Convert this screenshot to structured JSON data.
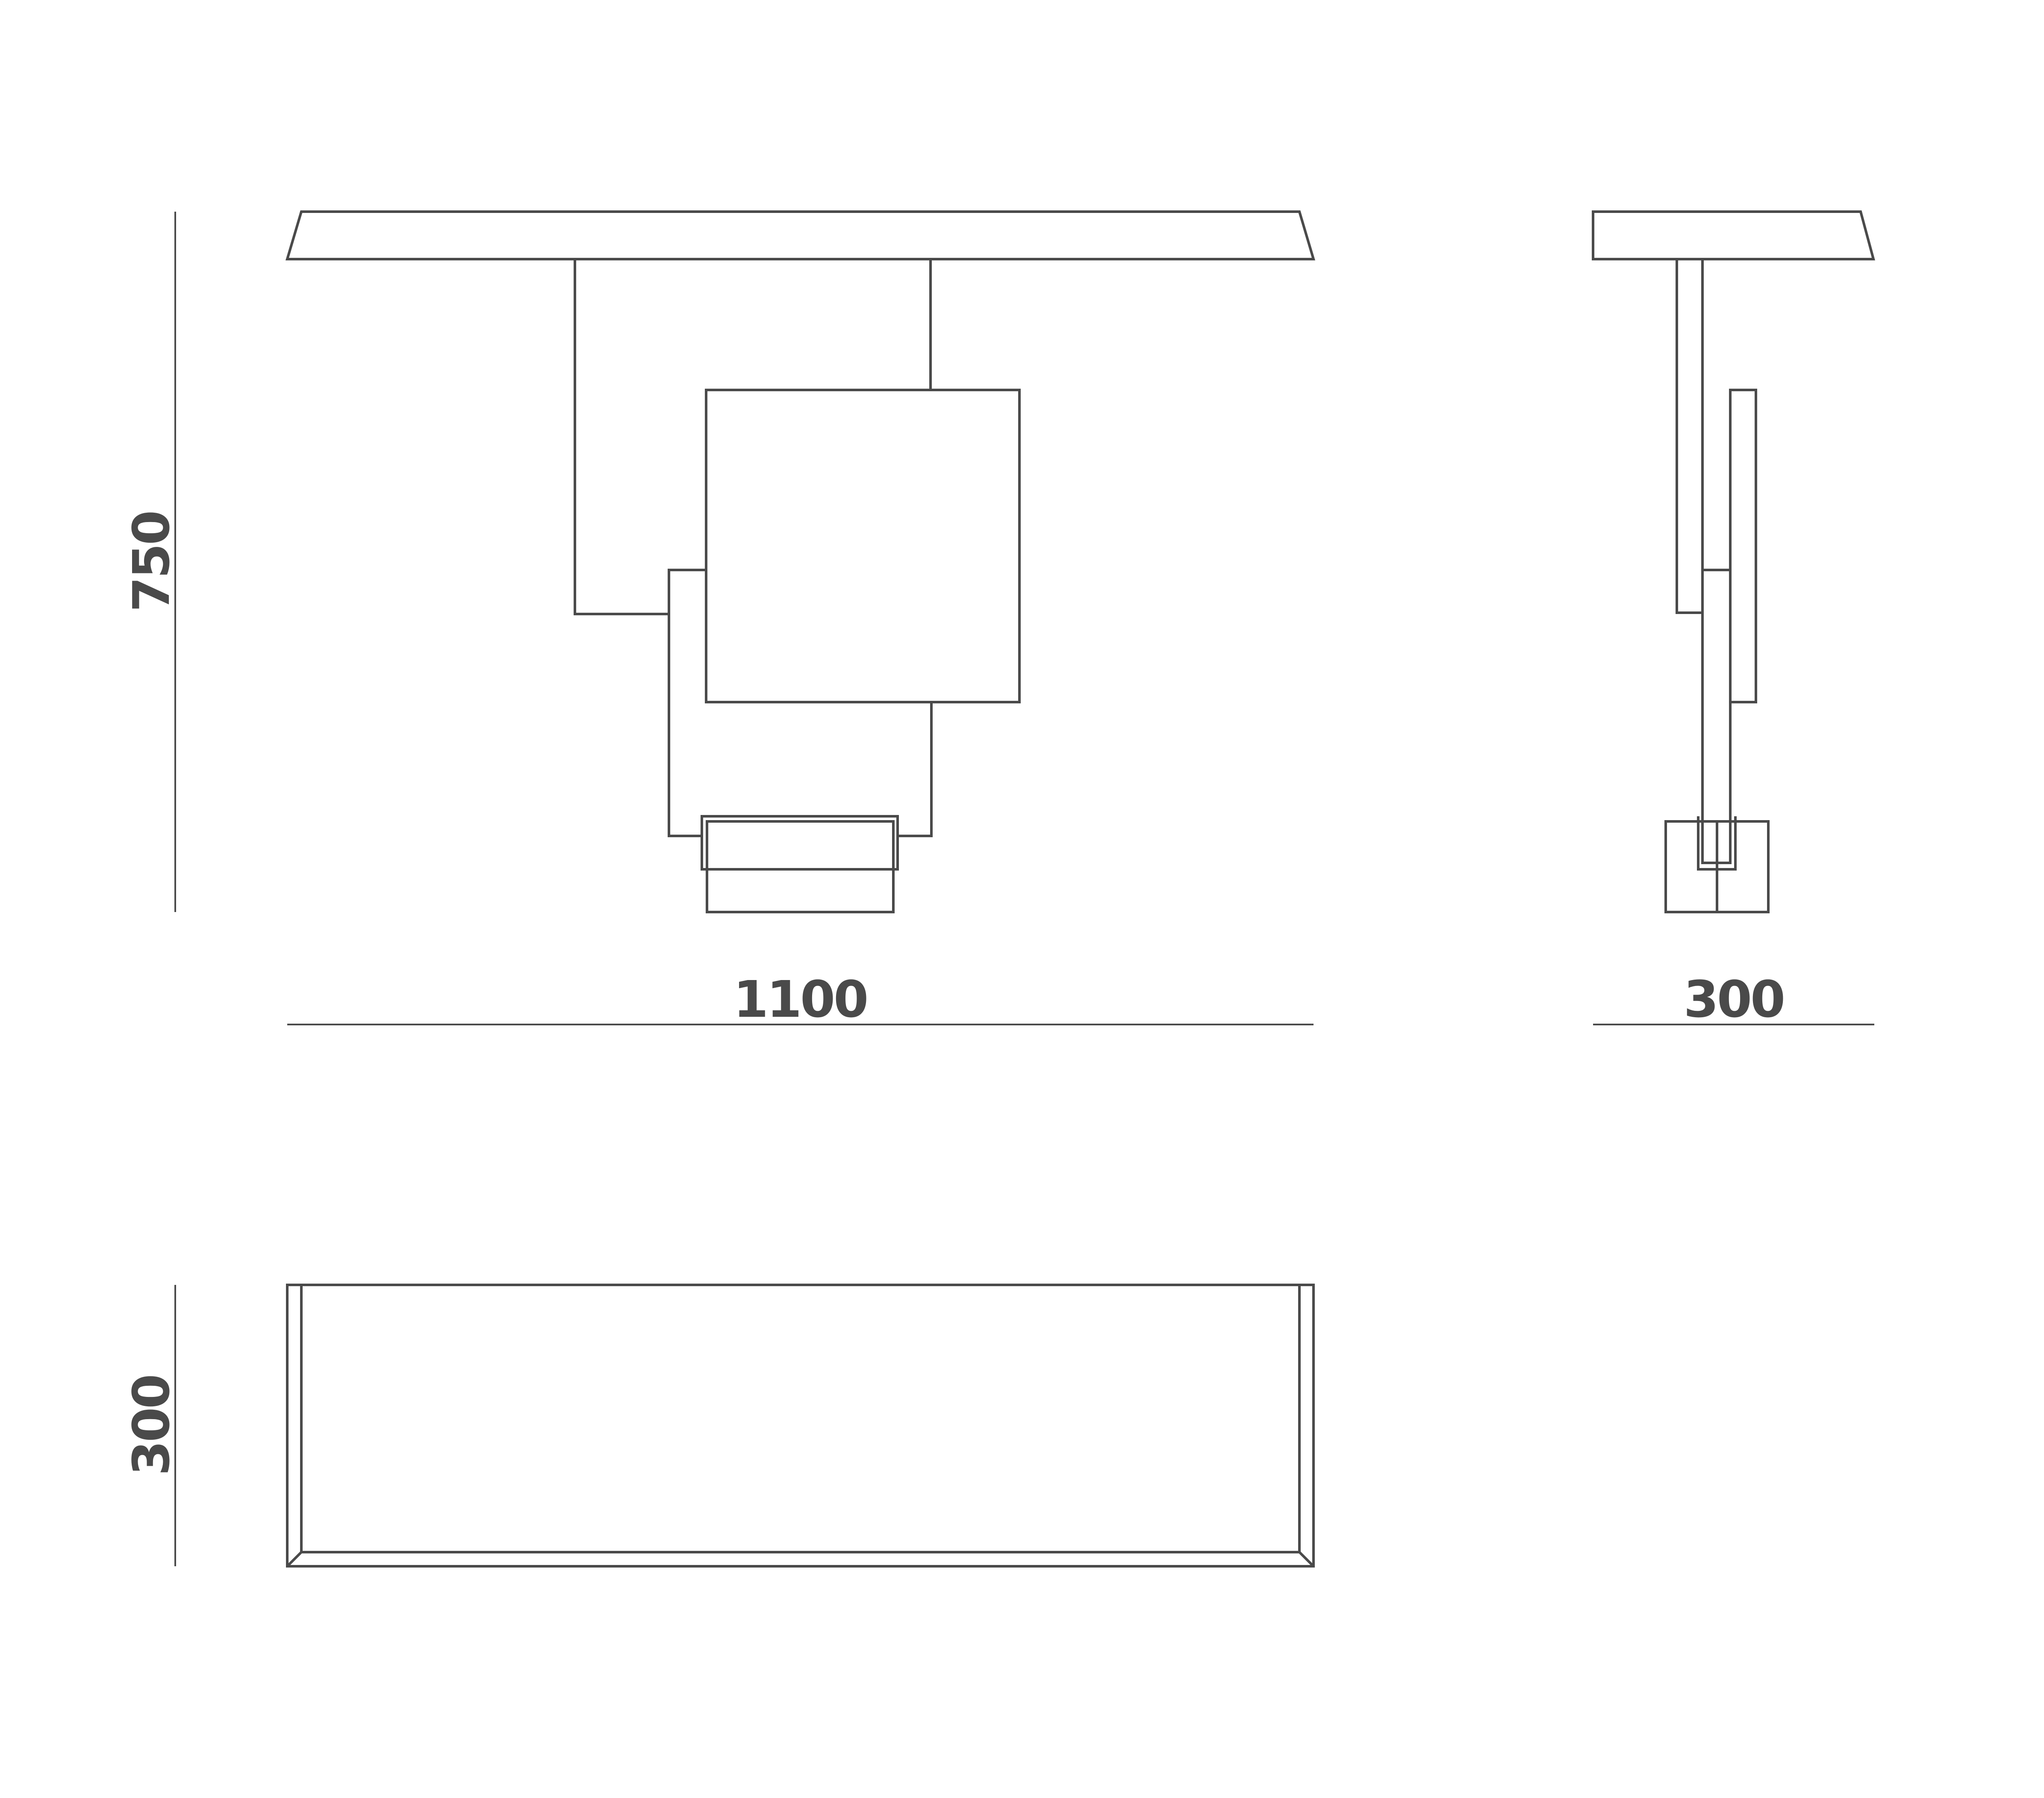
{
  "dimensions": {
    "front_height": "750",
    "front_width": "1100",
    "side_depth": "300",
    "top_depth": "300"
  },
  "colors": {
    "line": "#4a4a4a",
    "background": "#ffffff"
  }
}
